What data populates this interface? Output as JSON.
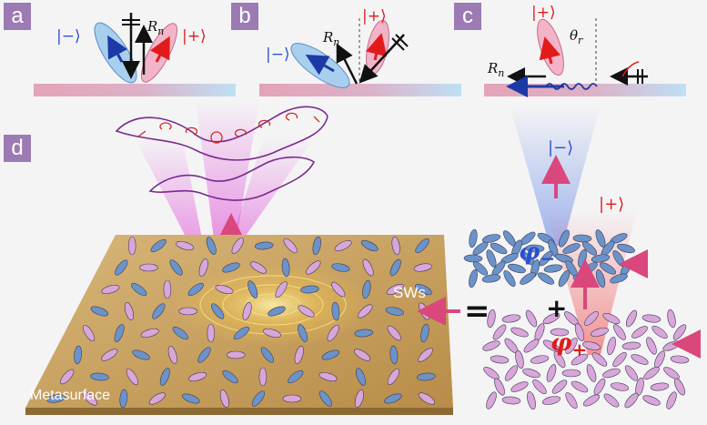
{
  "panels": {
    "a": {
      "tag": "a",
      "ket_minus": "|−⟩",
      "ket_plus": "|+⟩",
      "rn_main": "R",
      "rn_sub": "n"
    },
    "b": {
      "tag": "b",
      "ket_minus": "|−⟩",
      "ket_plus": "|+⟩",
      "rn_main": "R",
      "rn_sub": "n"
    },
    "c": {
      "tag": "c",
      "ket_plus": "|+⟩",
      "theta_main": "θ",
      "theta_sub": "r",
      "rn_main": "R",
      "rn_sub": "n"
    },
    "d": {
      "tag": "d"
    }
  },
  "main": {
    "metasurface_label": "Metasurface",
    "sws_label": "SWs",
    "equals": "=",
    "plus": "+",
    "right_ket_minus": "|−⟩",
    "right_ket_plus": "|+⟩",
    "phi_minus_main": "φ",
    "phi_minus_sub": "−",
    "phi_plus_main": "φ",
    "phi_plus_sub": "+"
  },
  "colors": {
    "minus_blue": "#2b4fd1",
    "plus_red": "#e11b1b",
    "tag_purple": "#9c7ab3",
    "substrate_gold": "#c9a25e",
    "meta_pink": "#d8a6d8",
    "meta_blue": "#6b93c9",
    "wave_purple": "#7a2a8e"
  }
}
